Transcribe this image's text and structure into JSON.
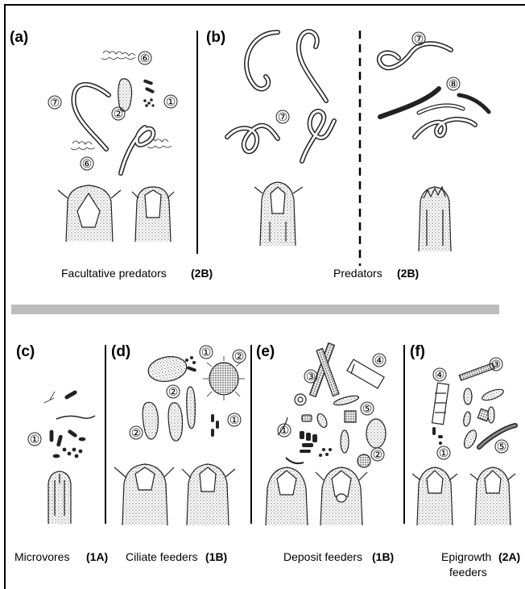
{
  "panels": [
    {
      "id": "a",
      "label": "(a)",
      "caption": "Facultative predators",
      "code": "(2B)"
    },
    {
      "id": "b",
      "label": "(b)",
      "caption": "Predators",
      "code": "(2B)"
    },
    {
      "id": "c",
      "label": "(c)",
      "caption": "Microvores",
      "code": "(1A)"
    },
    {
      "id": "d",
      "label": "(d)",
      "caption": "Ciliate feeders",
      "code": "(1B)"
    },
    {
      "id": "e",
      "label": "(e)",
      "caption": "Deposit feeders",
      "code": "(1B)"
    },
    {
      "id": "f",
      "label": "(f)",
      "caption_line1": "Epigrowth",
      "caption_line2": "feeders",
      "code": "(2A)"
    }
  ],
  "markers": {
    "m1": "①",
    "m2": "②",
    "m3": "③",
    "m4": "④",
    "m5": "⑤",
    "m6": "⑥",
    "m7": "⑦",
    "m8": "⑧"
  }
}
